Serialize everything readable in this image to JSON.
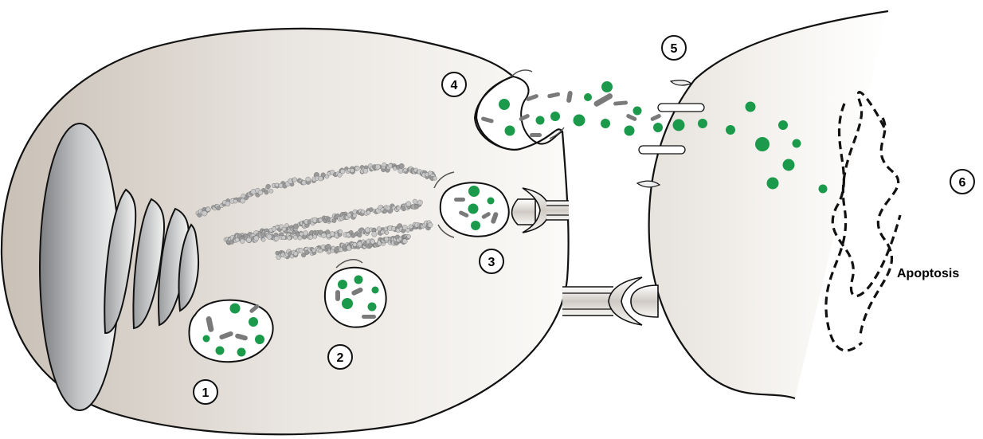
{
  "figure": {
    "steps": [
      "1",
      "2",
      "3",
      "4",
      "5",
      "6"
    ],
    "caption": "Apoptosis"
  },
  "colors": {
    "granule_green": "#1a9a4a",
    "granule_grey": "#7a7a7a",
    "outline": "#111111",
    "cell_shade": "#d6cfc6"
  }
}
